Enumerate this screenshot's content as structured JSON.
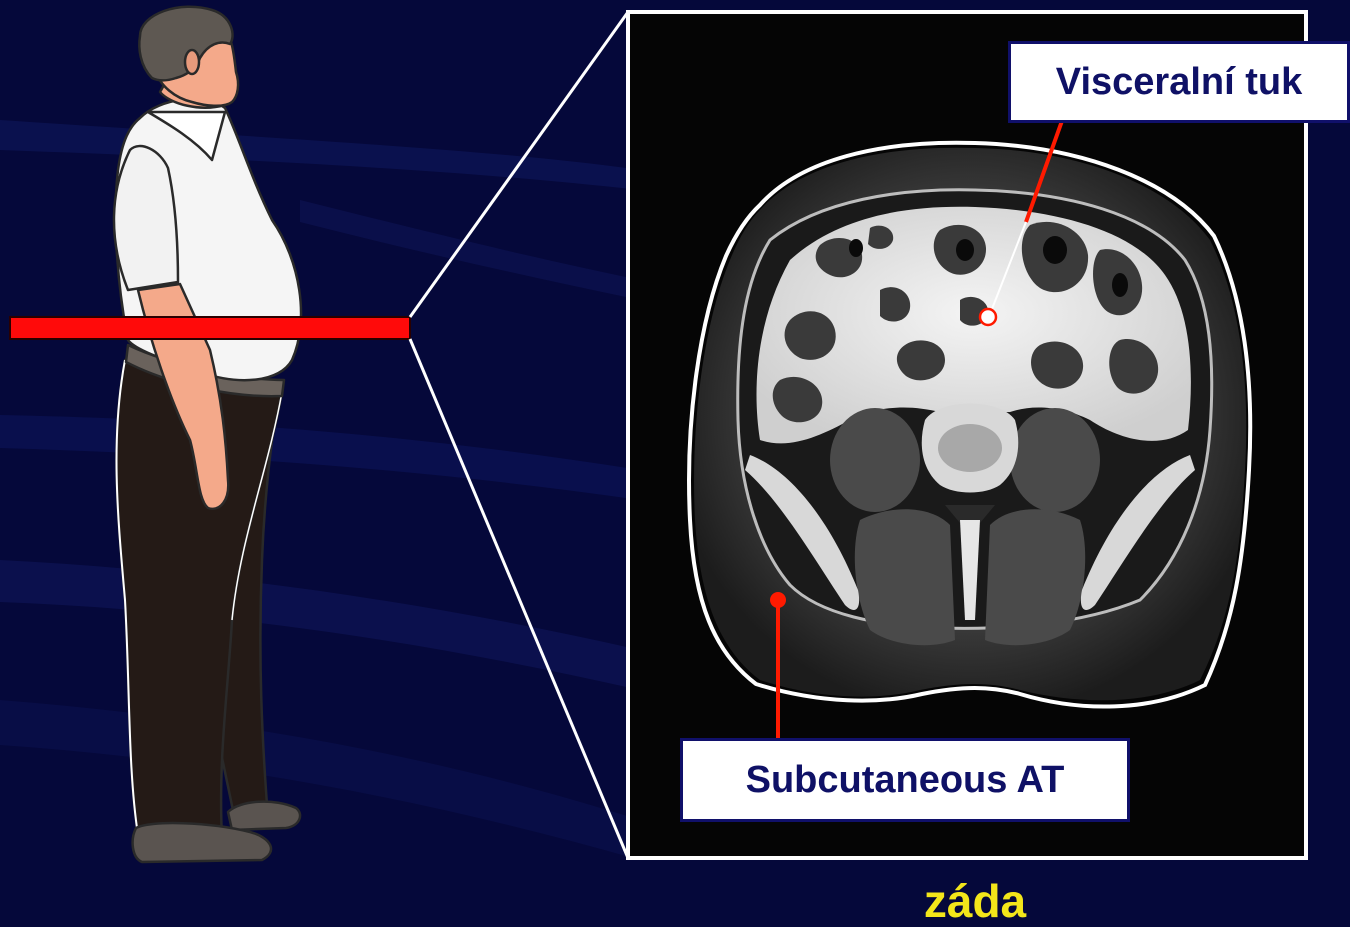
{
  "labels": {
    "visceral_fat": "Visceralní tuk",
    "subcutaneous": "Subcutaneous AT",
    "back": "záda"
  },
  "colors": {
    "background": "#05083a",
    "stripe": "#0c1352",
    "marker_bar": "#ff0a0a",
    "pointer": "#ff1a00",
    "label_text": "#0f1166",
    "caption_text": "#f3e61a",
    "outline": "#ffffff"
  },
  "icons": {
    "figure": "standing-man-illustration",
    "scan": "abdominal-ct-cross-section"
  }
}
